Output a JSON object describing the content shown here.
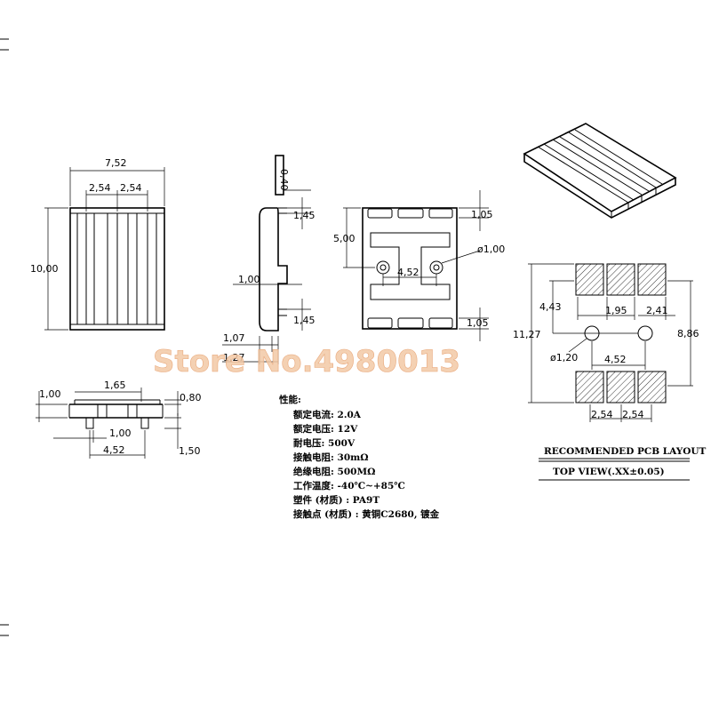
{
  "dims": {
    "front": {
      "width": "7,52",
      "pitch_left": "2,54",
      "pitch_right": "2,54",
      "height": "10,00"
    },
    "bottom_view": {
      "top_left": "1,00",
      "top_width": "1,65",
      "right_top": "0,80",
      "mid": "1,00",
      "bottom_width": "4,52",
      "right_bottom": "1,50"
    },
    "side": {
      "thickness": "0,40",
      "top_gap": "1,45",
      "tab": "1,00",
      "bottom_gap": "1,45",
      "base": "1,07",
      "offset": "1,27"
    },
    "top": {
      "top_margin": "1,05",
      "hole_offset": "5,00",
      "hole_dia": "ø1,00",
      "hole_pitch": "4,52",
      "bottom_margin": "1,05"
    },
    "pcb": {
      "pad_height": "4,43",
      "pad_gap": "1,95",
      "pad_width": "2,41",
      "total_height": "11,27",
      "span": "8,86",
      "hole_dia": "ø1,20",
      "hole_pitch": "4,52",
      "pitch_left": "2,54",
      "pitch_right": "2,54"
    }
  },
  "specs": {
    "title": "性能:",
    "lines": [
      "额定电流: 2.0A",
      "额定电压: 12V",
      "耐电压: 500V",
      "接触电阻: 30mΩ",
      "绝缘电阻: 500MΩ",
      "工作温度: -40℃~+85℃",
      "塑件 (材质) : PA9T",
      "接触点 (材质) : 黄铜C2680, 镀金"
    ]
  },
  "pcb_layout": {
    "title": "RECOMMENDED PCB LAYOUT",
    "subtitle": "TOP VIEW(.XX±0.05)"
  },
  "watermark": "Store No.4980013"
}
